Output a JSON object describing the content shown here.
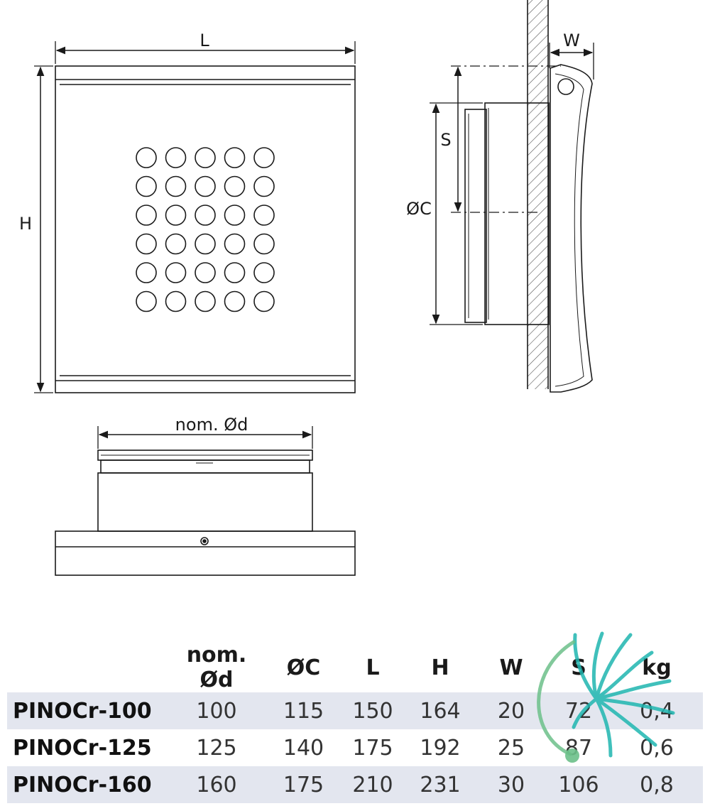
{
  "dimension_labels": {
    "L": "L",
    "H": "H",
    "W": "W",
    "S": "S",
    "C": "ØC",
    "d": "nom. Ød"
  },
  "table": {
    "headers": [
      "",
      "nom. Ød",
      "ØC",
      "L",
      "H",
      "W",
      "S",
      "kg"
    ],
    "rows": [
      {
        "model": "PINOCr-100",
        "d": "100",
        "C": "115",
        "L": "150",
        "H": "164",
        "W": "20",
        "S": "72",
        "kg": "0,4"
      },
      {
        "model": "PINOCr-125",
        "d": "125",
        "C": "140",
        "L": "175",
        "H": "192",
        "W": "25",
        "S": "87",
        "kg": "0,6"
      },
      {
        "model": "PINOCr-160",
        "d": "160",
        "C": "175",
        "L": "210",
        "H": "231",
        "W": "30",
        "S": "106",
        "kg": "0,8"
      }
    ]
  },
  "colors": {
    "line": "#1a1a1a",
    "row_shade": "#e3e6ef",
    "logo_teal": "#1fb6b0",
    "logo_green": "#6cc08a"
  }
}
